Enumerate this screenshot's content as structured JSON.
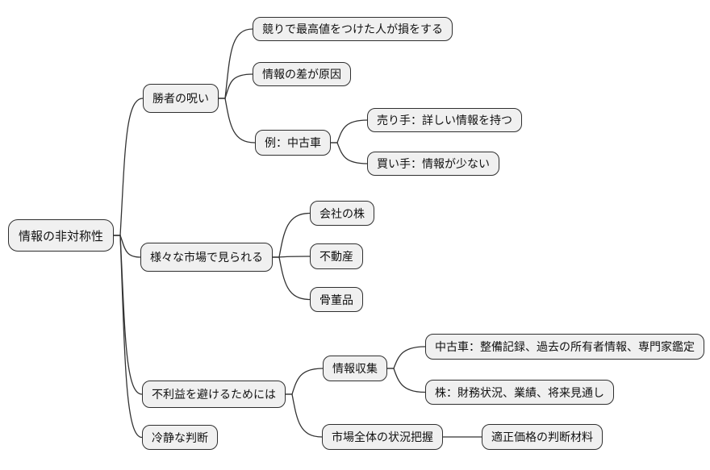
{
  "colors": {
    "background": "#ffffff",
    "node_fill": "#f0f0f0",
    "node_border": "#2f2f2f",
    "edge_color": "#333333",
    "text_color": "#111111"
  },
  "nodes": {
    "root": {
      "label": "情報の非対称性"
    },
    "winners-curse": {
      "label": "勝者の呪い"
    },
    "auction-loss": {
      "label": "競りで最高値をつけた人が損をする"
    },
    "info-gap-cause": {
      "label": "情報の差が原因"
    },
    "example-used-car": {
      "label": "例：中古車"
    },
    "seller-info": {
      "label": "売り手：詳しい情報を持つ"
    },
    "buyer-info": {
      "label": "買い手：情報が少ない"
    },
    "various-markets": {
      "label": "様々な市場で見られる"
    },
    "company-stock": {
      "label": "会社の株"
    },
    "real-estate": {
      "label": "不動産"
    },
    "antiques": {
      "label": "骨董品"
    },
    "avoid-disadvantage": {
      "label": "不利益を避けるためには"
    },
    "info-gathering": {
      "label": "情報収集"
    },
    "used-car-sources": {
      "label": "中古車：整備記録、過去の所有者情報、専門家鑑定"
    },
    "stock-sources": {
      "label": "株：財務状況、業績、将来見通し"
    },
    "market-overview": {
      "label": "市場全体の状況把握"
    },
    "fair-price": {
      "label": "適正価格の判断材料"
    },
    "calm-judgment": {
      "label": "冷静な判断"
    }
  },
  "edges": [
    {
      "from": "root",
      "to": "winners-curse"
    },
    {
      "from": "root",
      "to": "various-markets"
    },
    {
      "from": "root",
      "to": "avoid-disadvantage"
    },
    {
      "from": "root",
      "to": "calm-judgment"
    },
    {
      "from": "winners-curse",
      "to": "auction-loss"
    },
    {
      "from": "winners-curse",
      "to": "info-gap-cause"
    },
    {
      "from": "winners-curse",
      "to": "example-used-car"
    },
    {
      "from": "example-used-car",
      "to": "seller-info"
    },
    {
      "from": "example-used-car",
      "to": "buyer-info"
    },
    {
      "from": "various-markets",
      "to": "company-stock"
    },
    {
      "from": "various-markets",
      "to": "real-estate"
    },
    {
      "from": "various-markets",
      "to": "antiques"
    },
    {
      "from": "avoid-disadvantage",
      "to": "info-gathering"
    },
    {
      "from": "avoid-disadvantage",
      "to": "market-overview"
    },
    {
      "from": "info-gathering",
      "to": "used-car-sources"
    },
    {
      "from": "info-gathering",
      "to": "stock-sources"
    },
    {
      "from": "market-overview",
      "to": "fair-price"
    }
  ]
}
